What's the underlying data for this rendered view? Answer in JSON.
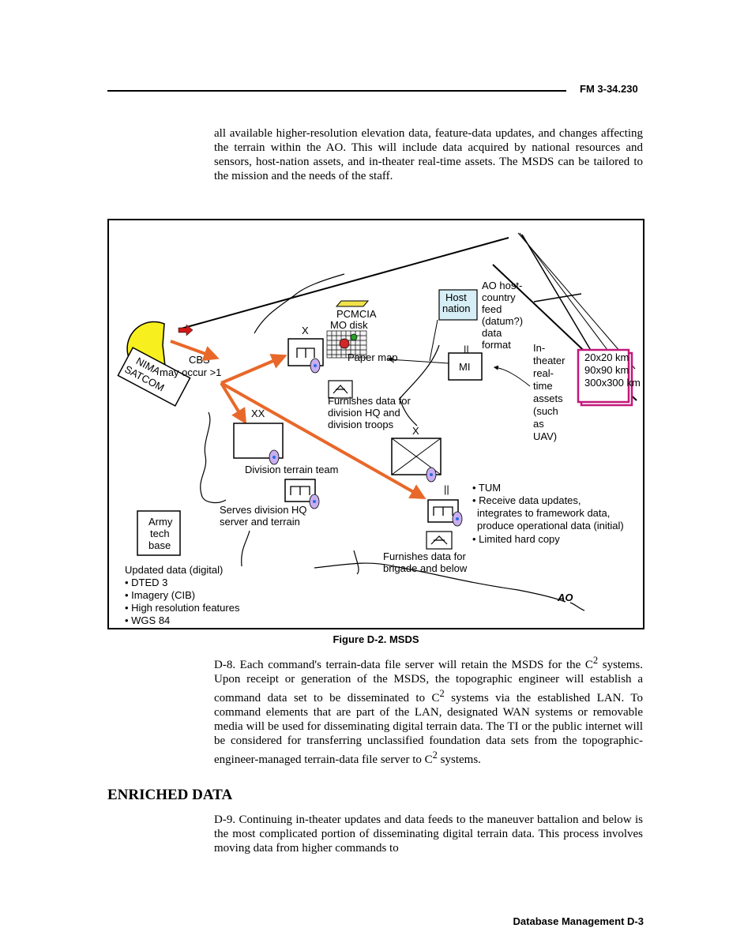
{
  "header": {
    "doc_id": "FM 3-34.230"
  },
  "paragraph_1": "all available higher-resolution elevation data, feature-data updates, and changes affecting the terrain within the AO. This will include data acquired by national resources and sensors, host-nation assets, and in-theater real-time assets. The MSDS can be tailored to the mission and the needs of the staff.",
  "figure": {
    "caption": "Figure D-2.  MSDS",
    "labels": {
      "nima": "NIMA",
      "satcom": "SATCOM",
      "cbs": "CBS",
      "may_occur": "may occur >1",
      "pcmcia": "PCMCIA",
      "mo_disk": "MO disk",
      "paper_map": "Paper map",
      "host": "Host",
      "nation": "nation",
      "ao_host": [
        "AO host-",
        "country",
        "feed",
        "(datum?)",
        "data",
        "format"
      ],
      "mi": "MI",
      "in_theater": [
        "In-",
        "theater",
        "real-",
        "time",
        "assets",
        "(such",
        "as",
        "UAV)"
      ],
      "areas": [
        "20x20 km",
        "90x90 km",
        "300x300 km"
      ],
      "x": "X",
      "xx": "XX",
      "furnishes_div": [
        "Furnishes data for",
        "division HQ and",
        "division troops"
      ],
      "div_terrain_team": "Division terrain team",
      "serves_div": [
        "Serves division HQ",
        "server and terrain"
      ],
      "army_tech": [
        "Army",
        "tech",
        "base"
      ],
      "tum_items": [
        "• TUM",
        "• Receive data updates,",
        "integrates to framework data,",
        "produce operational data (initial)",
        "• Limited hard copy"
      ],
      "furnishes_bde": [
        "Furnishes data for",
        "brigade and below"
      ],
      "updated_data": [
        "Updated data (digital)",
        "• DTED 3",
        "• Imagery (CIB)",
        "• High resolution features",
        "• WGS 84"
      ],
      "ao": "AO",
      "ii": "||"
    }
  },
  "paragraph_2_parts": [
    "D-8.  Each command's terrain-data file server will retain the MSDS for the C",
    "2",
    " systems. Upon receipt or generation of the MSDS, the topographic engineer will establish a command data set to be disseminated to C",
    "2",
    " systems via the established LAN. To command elements that are part of the LAN, designated WAN systems or removable media will be used for disseminating digital terrain data. The TI or the public internet will be considered for transferring unclassified foundation data sets from the topographic-engineer-managed terrain-data file server to C",
    "2",
    " systems."
  ],
  "section_heading": "ENRICHED DATA",
  "paragraph_3": "D-9.  Continuing in-theater updates and data feeds to the maneuver battalion and below is the most complicated portion of disseminating digital terrain data. This process involves moving data from higher commands to",
  "footer": {
    "text": "Database Management  D-3"
  },
  "colors": {
    "arrow": "#e8682a",
    "satellite": "#f7f01e",
    "area_box": "#c2187a",
    "host_box": "#d6eef5",
    "pcmcia": "#f2e24a"
  }
}
